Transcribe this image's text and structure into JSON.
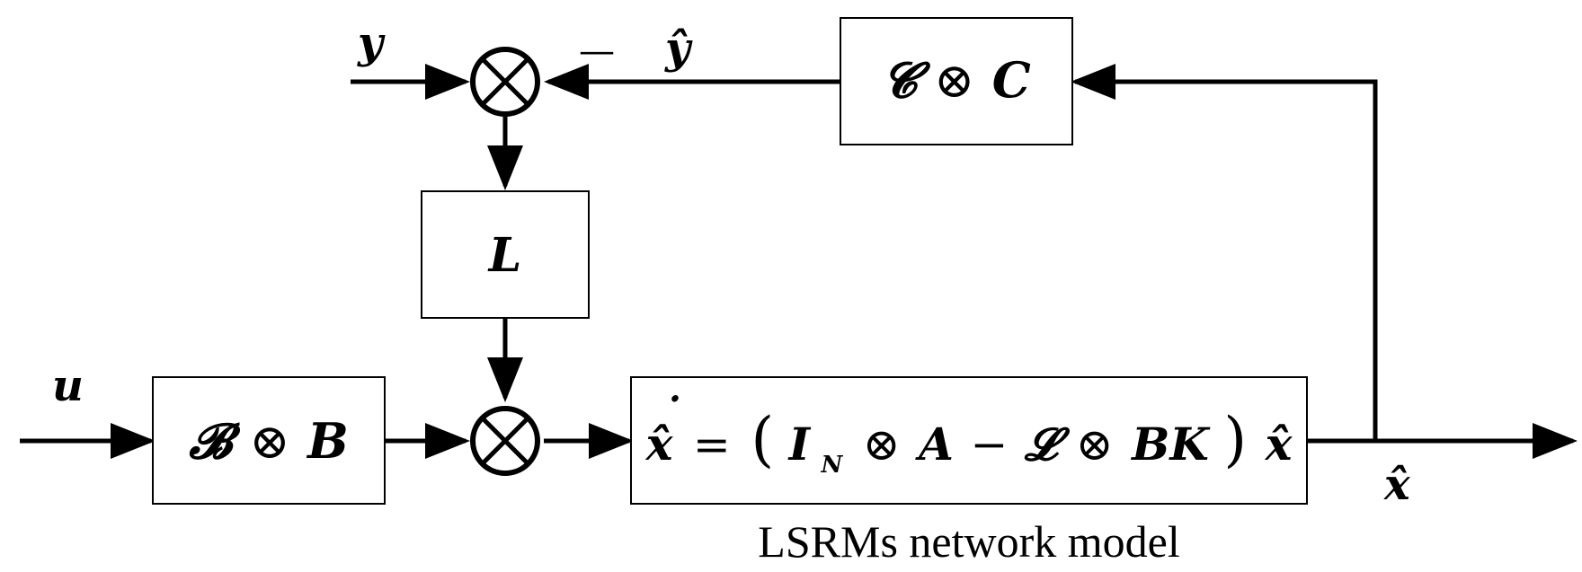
{
  "signals": {
    "y": "y",
    "y_hat": "ŷ",
    "minus": "—",
    "u": "u",
    "x_hat": "x̂"
  },
  "blocks": {
    "output_matrix": {
      "left": "𝓒",
      "op": "⊗",
      "right": "C"
    },
    "gain": {
      "label": "L"
    },
    "input_matrix": {
      "left": "𝓑",
      "op": "⊗",
      "right": "B"
    },
    "model": {
      "lhs": "x̂",
      "dot": "·",
      "eq": "=",
      "lparen": "(",
      "I": "I",
      "N": "N",
      "op1": "⊗",
      "A": "A",
      "minus": "−",
      "Lcal": "𝓛",
      "op2": "⊗",
      "BK": "BK",
      "rparen": ")",
      "rhs": "x̂"
    }
  },
  "caption": "LSRMs network model"
}
